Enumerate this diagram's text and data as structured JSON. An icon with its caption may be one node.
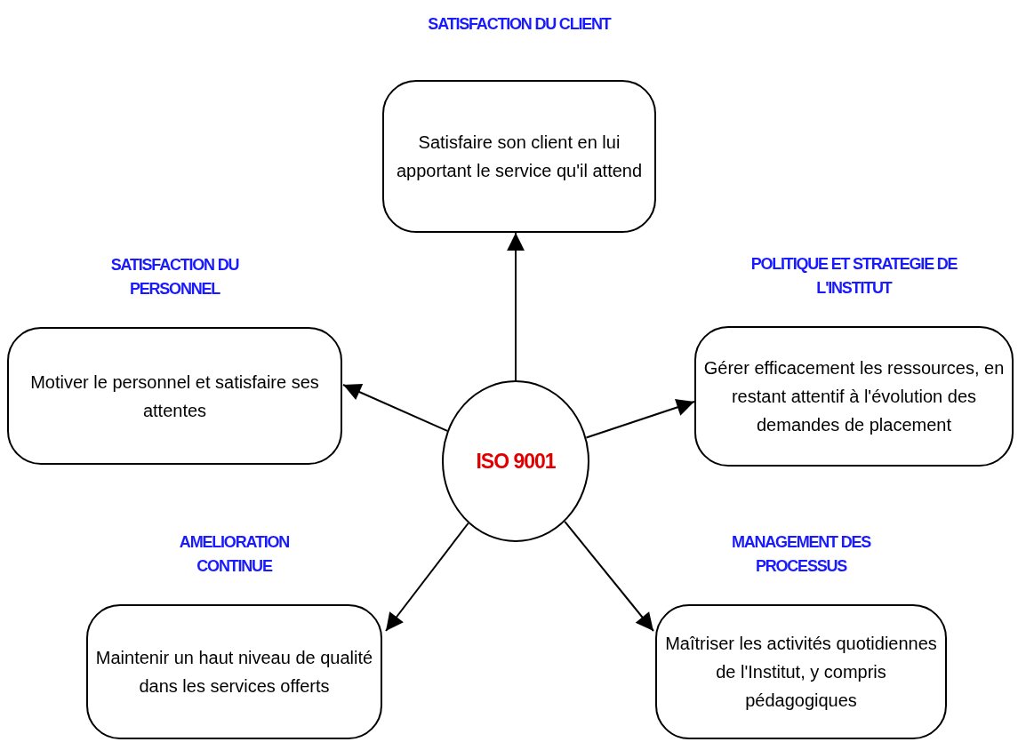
{
  "diagram": {
    "nodes": [
      {
        "text": [
          "ISO 9001"
        ]
      },
      {
        "text": [
          "SATISFACTION DU CLIENT",
          "Satisfaire son client  en lui apportant le service qu'il attend"
        ]
      },
      {
        "text": [
          "SATISFACTION DU PERSONNEL",
          "Motiver le personnel et satisfaire ses attentes"
        ]
      },
      {
        "text": [
          "POLITIQUE ET STRATEGIE DE L'INSTITUT",
          "Gérer efficacement les ressources, en restant attentif à l'évolution des demandes de placement"
        ]
      },
      {
        "text": [
          "AMELIORATION CONTINUE",
          "Maintenir un haut niveau de qualité dans les services offerts"
        ]
      },
      {
        "text": [
          "MANAGEMENT DES PROCESSUS",
          "Maîtriser les activités quotidiennes de l'Institut, y compris pédagogiques"
        ]
      }
    ],
    "edges": [
      {
        "from": 0,
        "to": 1,
        "arrow": "to"
      },
      {
        "from": 0,
        "to": 2,
        "arrow": "to"
      },
      {
        "from": 0,
        "to": 3,
        "arrow": "to"
      },
      {
        "from": 0,
        "to": 4,
        "arrow": "to"
      },
      {
        "from": 0,
        "to": 5,
        "arrow": "to"
      }
    ]
  }
}
